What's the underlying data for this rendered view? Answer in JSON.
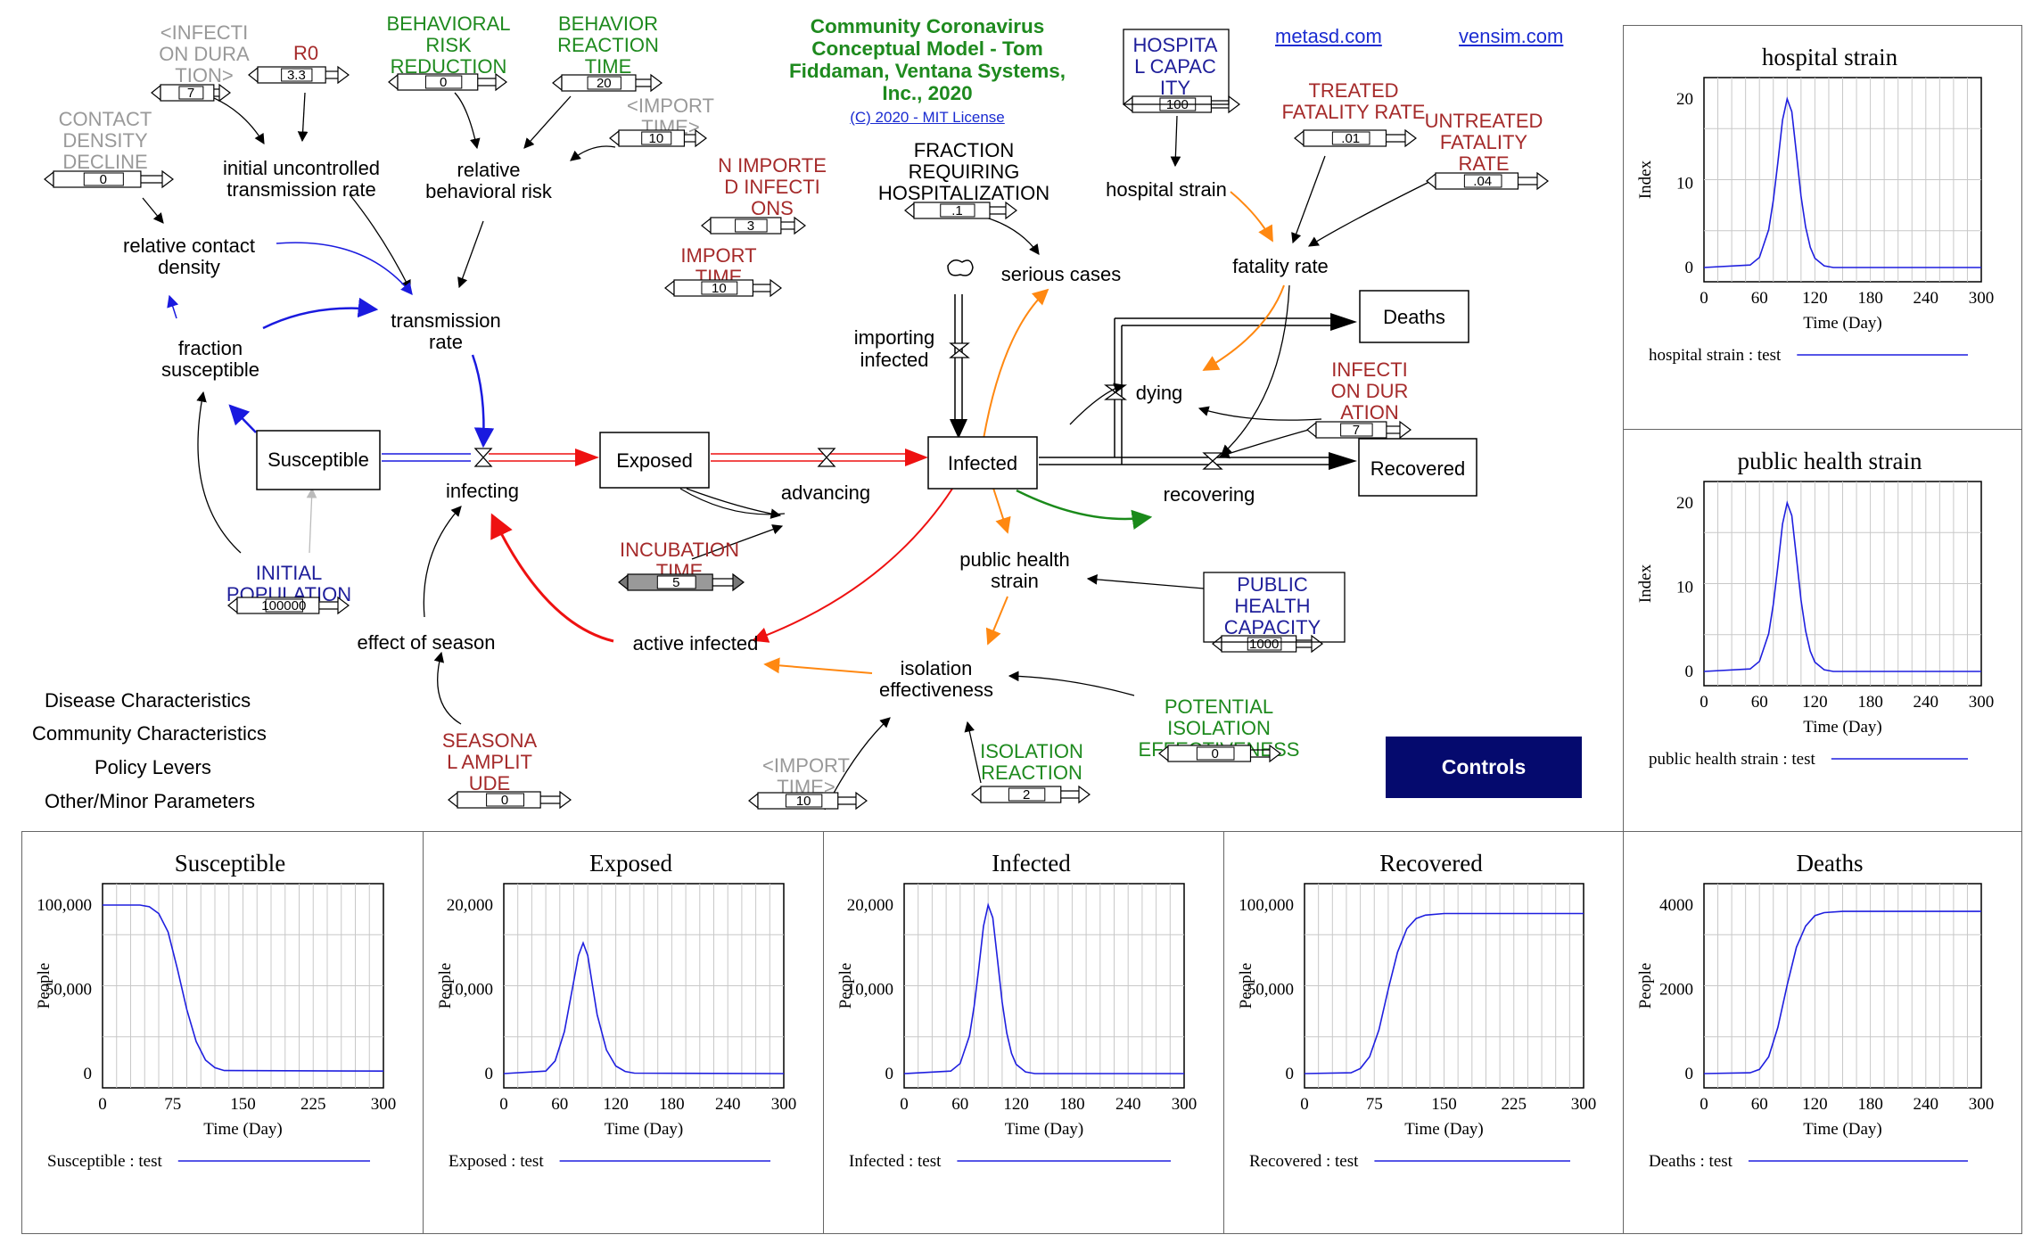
{
  "header": {
    "title": "Community Coronavirus Conceptual Model - Tom Fiddaman, Ventana Systems, Inc., 2020",
    "license": "(C) 2020 - MIT License",
    "links": [
      {
        "label": "metasd.com"
      },
      {
        "label": "vensim.com"
      }
    ]
  },
  "controls_label": "Controls",
  "legend": [
    {
      "label": "Disease Characteristics",
      "color": "#a52a2a"
    },
    {
      "label": "Community Characteristics",
      "color": "#1e1e9a"
    },
    {
      "label": "Policy Levers",
      "color": "#1e8a1e"
    },
    {
      "label": "Other/Minor Parameters",
      "color": "#999999"
    }
  ],
  "stocks": {
    "susceptible": "Susceptible",
    "exposed": "Exposed",
    "infected": "Infected",
    "deaths": "Deaths",
    "recovered": "Recovered"
  },
  "flows": {
    "infecting": "infecting",
    "advancing": "advancing",
    "dying": "dying",
    "recovering": "recovering",
    "importing_infected": "importing infected"
  },
  "variables": {
    "initial_uncontrolled_transmission_rate": "initial uncontrolled transmission rate",
    "relative_behavioral_risk": "relative behavioral risk",
    "relative_contact_density": "relative contact density",
    "transmission_rate": "transmission rate",
    "fraction_susceptible": "fraction susceptible",
    "effect_of_season": "effect of season",
    "active_infected": "active infected",
    "isolation_effectiveness": "isolation effectiveness",
    "public_health_strain": "public health strain",
    "serious_cases": "serious cases",
    "hospital_strain": "hospital strain",
    "fatality_rate": "fatality rate"
  },
  "parameters": {
    "infection_duration_shadow": {
      "label": "<INFECTION DURATION>",
      "value": "7"
    },
    "r0": {
      "label": "R0",
      "value": "3.3"
    },
    "behavioral_risk_reduction": {
      "label": "BEHAVIORAL RISK REDUCTION",
      "value": "0"
    },
    "behavior_reaction_time": {
      "label": "BEHAVIOR REACTION TIME",
      "value": "20"
    },
    "import_time_shadow_1": {
      "label": "<IMPORT TIME>",
      "value": "10"
    },
    "contact_density_decline": {
      "label": "CONTACT DENSITY DECLINE",
      "value": "0"
    },
    "n_imported_infections": {
      "label": "N IMPORTED INFECTIONS",
      "value": "3"
    },
    "import_time": {
      "label": "IMPORT TIME",
      "value": "10"
    },
    "fraction_requiring_hospitalization": {
      "label": "FRACTION REQUIRING HOSPITALIZATION",
      "value": ".1"
    },
    "hospital_capacity": {
      "label": "HOSPITAL CAPACITY",
      "value": "100"
    },
    "treated_fatality_rate": {
      "label": "TREATED FATALITY RATE",
      "value": ".01"
    },
    "untreated_fatality_rate": {
      "label": "UNTREATED FATALITY RATE",
      "value": ".04"
    },
    "infection_duration": {
      "label": "INFECTION DURATION",
      "value": "7"
    },
    "initial_population": {
      "label": "INITIAL POPULATION",
      "value": "100000"
    },
    "incubation_time": {
      "label": "INCUBATION TIME",
      "value": "5"
    },
    "public_health_capacity": {
      "label": "PUBLIC HEALTH CAPACITY",
      "value": "1000"
    },
    "potential_isolation_effectiveness": {
      "label": "POTENTIAL ISOLATION EFFECTIVENESS",
      "value": "0"
    },
    "seasonal_amplitude": {
      "label": "SEASONAL AMPLITUDE",
      "value": "0"
    },
    "import_time_shadow_2": {
      "label": "<IMPORT TIME>",
      "value": "10"
    },
    "isolation_reaction_time": {
      "label": "ISOLATION REACTION TIME",
      "value": "2"
    }
  },
  "colors": {
    "disease": "#a52a2a",
    "community": "#1e1e9a",
    "policy": "#1e8a1e",
    "other": "#999999",
    "link_blue": "#1a2bd1",
    "series_line": "#1f1fdf",
    "controls_bg": "#050a6e"
  },
  "chart_data": [
    {
      "id": "hospital-strain",
      "type": "line",
      "title": "hospital strain",
      "xlabel": "Time (Day)",
      "ylabel": "Index",
      "xlim": [
        0,
        300
      ],
      "ylim": [
        0,
        20
      ],
      "xticks": [
        "0",
        "60",
        "120",
        "180",
        "240",
        "300"
      ],
      "yticks": [
        "0",
        "10",
        "20"
      ],
      "series": [
        {
          "name": "hospital strain : test",
          "x": [
            0,
            50,
            60,
            70,
            75,
            80,
            85,
            90,
            95,
            100,
            105,
            110,
            115,
            120,
            130,
            140,
            300
          ],
          "y": [
            0,
            0.3,
            1.2,
            4.5,
            8,
            12.5,
            17.5,
            20,
            18.5,
            13.5,
            8.5,
            4.8,
            2.4,
            1.1,
            0.2,
            0,
            0
          ]
        }
      ]
    },
    {
      "id": "public-health-strain",
      "type": "line",
      "title": "public health strain",
      "xlabel": "Time (Day)",
      "ylabel": "Index",
      "xlim": [
        0,
        300
      ],
      "ylim": [
        0,
        20
      ],
      "xticks": [
        "0",
        "60",
        "120",
        "180",
        "240",
        "300"
      ],
      "yticks": [
        "0",
        "10",
        "20"
      ],
      "series": [
        {
          "name": "public health strain : test",
          "x": [
            0,
            50,
            60,
            70,
            75,
            80,
            85,
            90,
            95,
            100,
            105,
            110,
            115,
            120,
            130,
            140,
            300
          ],
          "y": [
            0,
            0.3,
            1.2,
            4.5,
            8,
            12.5,
            17.5,
            20,
            18.5,
            13.5,
            8.5,
            4.8,
            2.4,
            1.1,
            0.2,
            0,
            0
          ]
        }
      ]
    },
    {
      "id": "susceptible",
      "type": "line",
      "title": "Susceptible",
      "xlabel": "Time (Day)",
      "ylabel": "People",
      "xlim": [
        0,
        300
      ],
      "ylim": [
        0,
        100000
      ],
      "xticks": [
        "0",
        "75",
        "150",
        "225",
        "300"
      ],
      "yticks": [
        "0",
        "50,000",
        "100,000"
      ],
      "series": [
        {
          "name": "Susceptible : test",
          "x": [
            0,
            40,
            50,
            60,
            70,
            80,
            90,
            100,
            110,
            120,
            130,
            300
          ],
          "y": [
            100000,
            100000,
            99000,
            95000,
            84000,
            62000,
            38000,
            19000,
            8000,
            3500,
            1800,
            1500
          ]
        }
      ]
    },
    {
      "id": "exposed",
      "type": "line",
      "title": "Exposed",
      "xlabel": "Time (Day)",
      "ylabel": "People",
      "xlim": [
        0,
        300
      ],
      "ylim": [
        0,
        20000
      ],
      "xticks": [
        "0",
        "60",
        "120",
        "180",
        "240",
        "300"
      ],
      "yticks": [
        "0",
        "10,000",
        "20,000"
      ],
      "series": [
        {
          "name": "Exposed : test",
          "x": [
            0,
            45,
            55,
            65,
            75,
            80,
            85,
            90,
            95,
            100,
            110,
            120,
            130,
            140,
            300
          ],
          "y": [
            0,
            300,
            1500,
            5000,
            11000,
            14000,
            15500,
            14000,
            10500,
            7000,
            2800,
            900,
            250,
            50,
            0
          ]
        }
      ]
    },
    {
      "id": "infected",
      "type": "line",
      "title": "Infected",
      "xlabel": "Time (Day)",
      "ylabel": "People",
      "xlim": [
        0,
        300
      ],
      "ylim": [
        0,
        20000
      ],
      "xticks": [
        "0",
        "60",
        "120",
        "180",
        "240",
        "300"
      ],
      "yticks": [
        "0",
        "10,000",
        "20,000"
      ],
      "series": [
        {
          "name": "Infected : test",
          "x": [
            0,
            50,
            60,
            70,
            75,
            80,
            85,
            90,
            95,
            100,
            105,
            110,
            115,
            120,
            130,
            140,
            300
          ],
          "y": [
            0,
            300,
            1200,
            4500,
            8000,
            12500,
            17500,
            20000,
            18500,
            13500,
            8500,
            4800,
            2400,
            1100,
            200,
            0,
            0
          ]
        }
      ]
    },
    {
      "id": "recovered",
      "type": "line",
      "title": "Recovered",
      "xlabel": "Time (Day)",
      "ylabel": "People",
      "xlim": [
        0,
        300
      ],
      "ylim": [
        0,
        100000
      ],
      "xticks": [
        "0",
        "75",
        "150",
        "225",
        "300"
      ],
      "yticks": [
        "0",
        "50,000",
        "100,000"
      ],
      "series": [
        {
          "name": "Recovered : test",
          "x": [
            0,
            50,
            60,
            70,
            80,
            90,
            100,
            110,
            120,
            130,
            150,
            300
          ],
          "y": [
            0,
            500,
            3000,
            10000,
            26000,
            50000,
            72000,
            86000,
            92000,
            94000,
            95000,
            95000
          ]
        }
      ]
    },
    {
      "id": "deaths",
      "type": "line",
      "title": "Deaths",
      "xlabel": "Time (Day)",
      "ylabel": "People",
      "xlim": [
        0,
        300
      ],
      "ylim": [
        0,
        4000
      ],
      "xticks": [
        "0",
        "60",
        "120",
        "180",
        "240",
        "300"
      ],
      "yticks": [
        "0",
        "2000",
        "4000"
      ],
      "series": [
        {
          "name": "Deaths : test",
          "x": [
            0,
            50,
            60,
            70,
            80,
            90,
            100,
            110,
            120,
            130,
            150,
            300
          ],
          "y": [
            0,
            20,
            100,
            400,
            1100,
            2100,
            3000,
            3500,
            3750,
            3820,
            3850,
            3850
          ]
        }
      ]
    }
  ]
}
